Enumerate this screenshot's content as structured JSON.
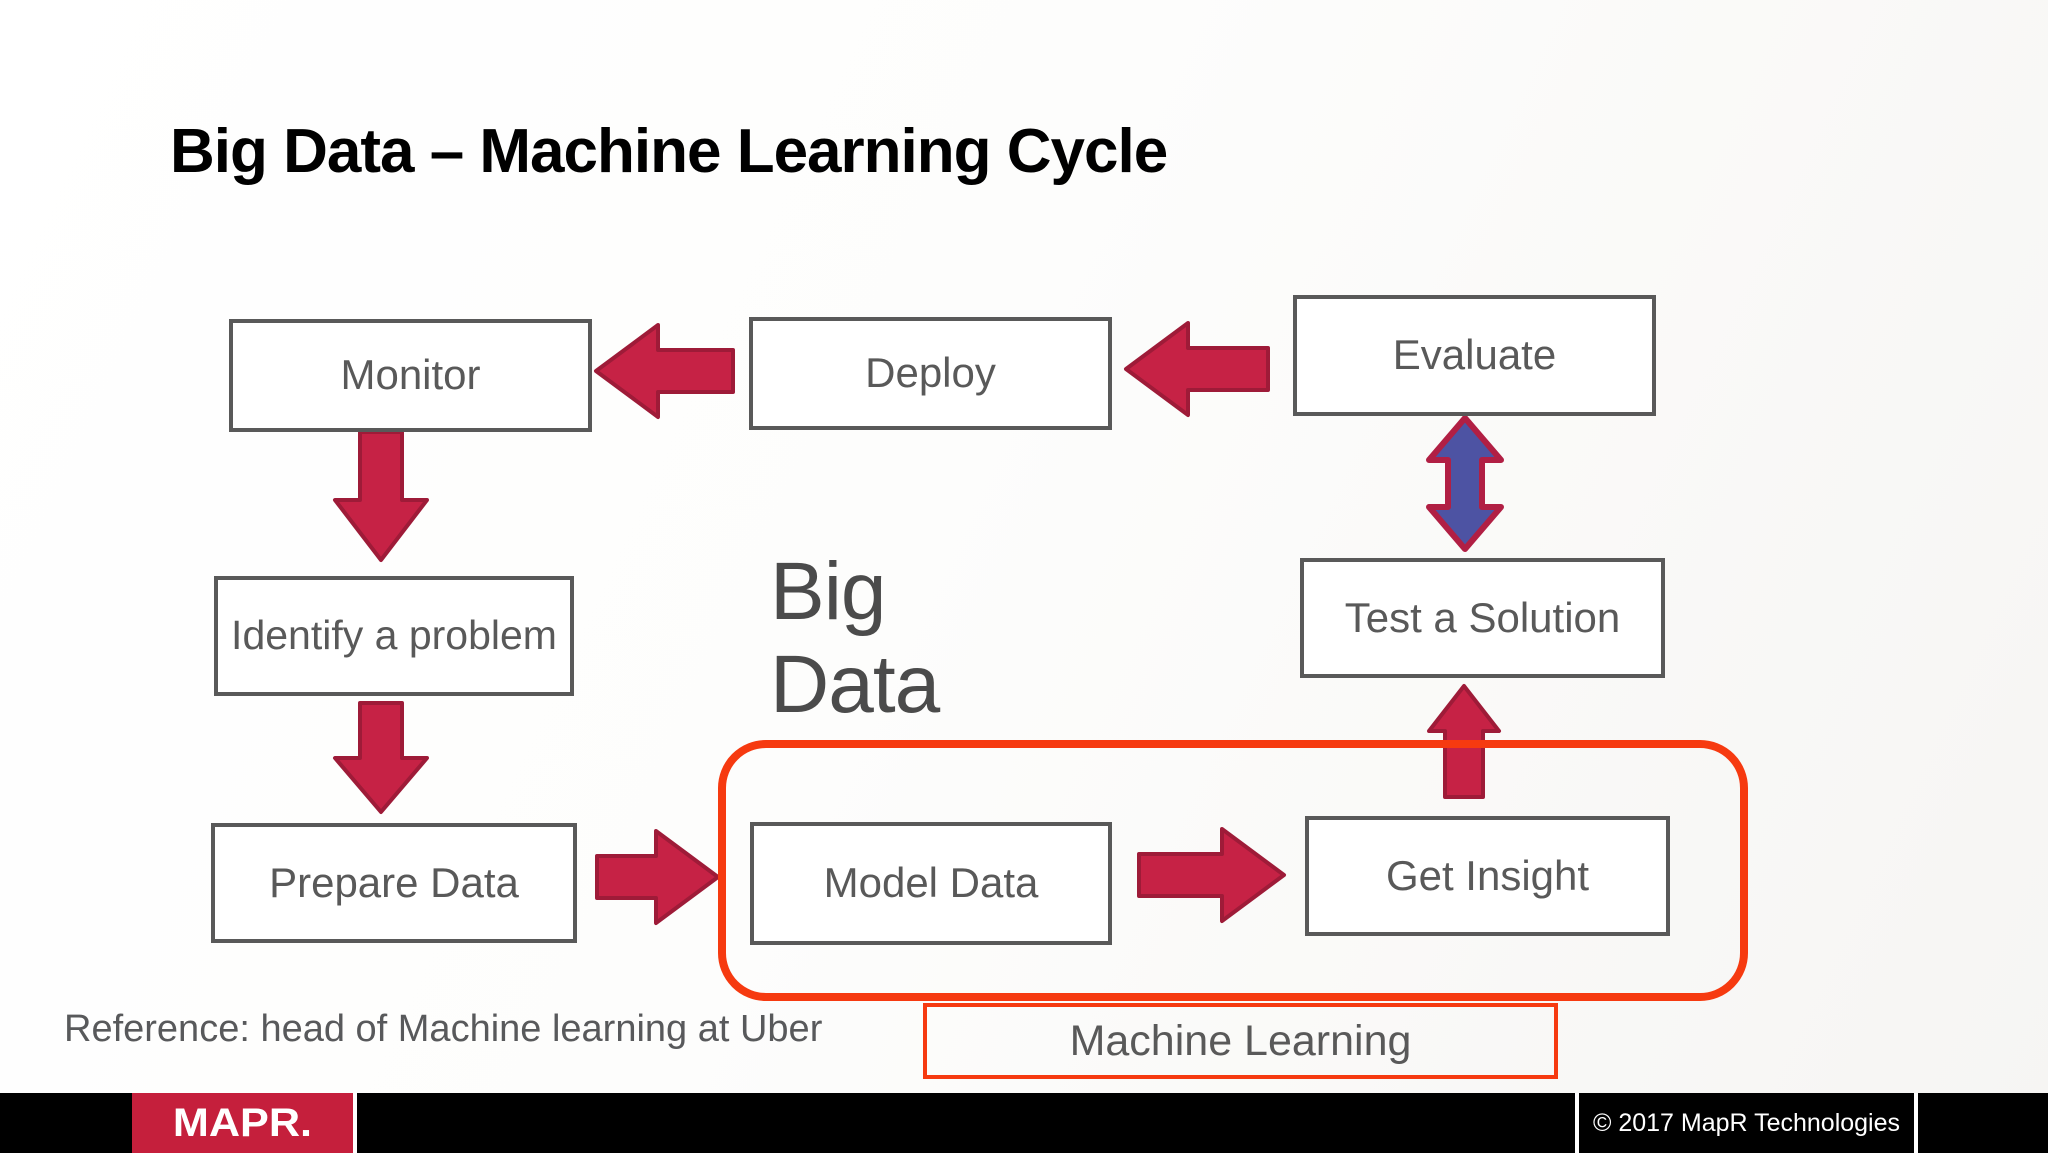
{
  "slide": {
    "title": "Big Data – Machine Learning Cycle",
    "big_data_line1": "Big",
    "big_data_line2": "Data",
    "reference": "Reference: head of Machine learning at Uber"
  },
  "diagram": {
    "nodes": {
      "monitor": "Monitor",
      "deploy": "Deploy",
      "evaluate": "Evaluate",
      "identify_problem": "Identify a problem",
      "test_solution": "Test a Solution",
      "prepare_data": "Prepare Data",
      "model_data": "Model Data",
      "get_insight": "Get Insight"
    },
    "group_label": "Machine Learning"
  },
  "footer": {
    "logo_text": "MAPR.",
    "copyright": "© 2017 MapR Technologies"
  },
  "colors": {
    "title_text": "#000000",
    "node_border": "#595959",
    "node_text": "#595959",
    "arrow_fill": "#c62245",
    "arrow_stroke": "#9e1b38",
    "double_arrow_fill": "#4d53a3",
    "double_arrow_stroke": "#b11f44",
    "group_border": "#f63a10",
    "footer_bg": "#000000",
    "footer_text": "#ffffff",
    "logo_bg": "#c51f3c"
  }
}
